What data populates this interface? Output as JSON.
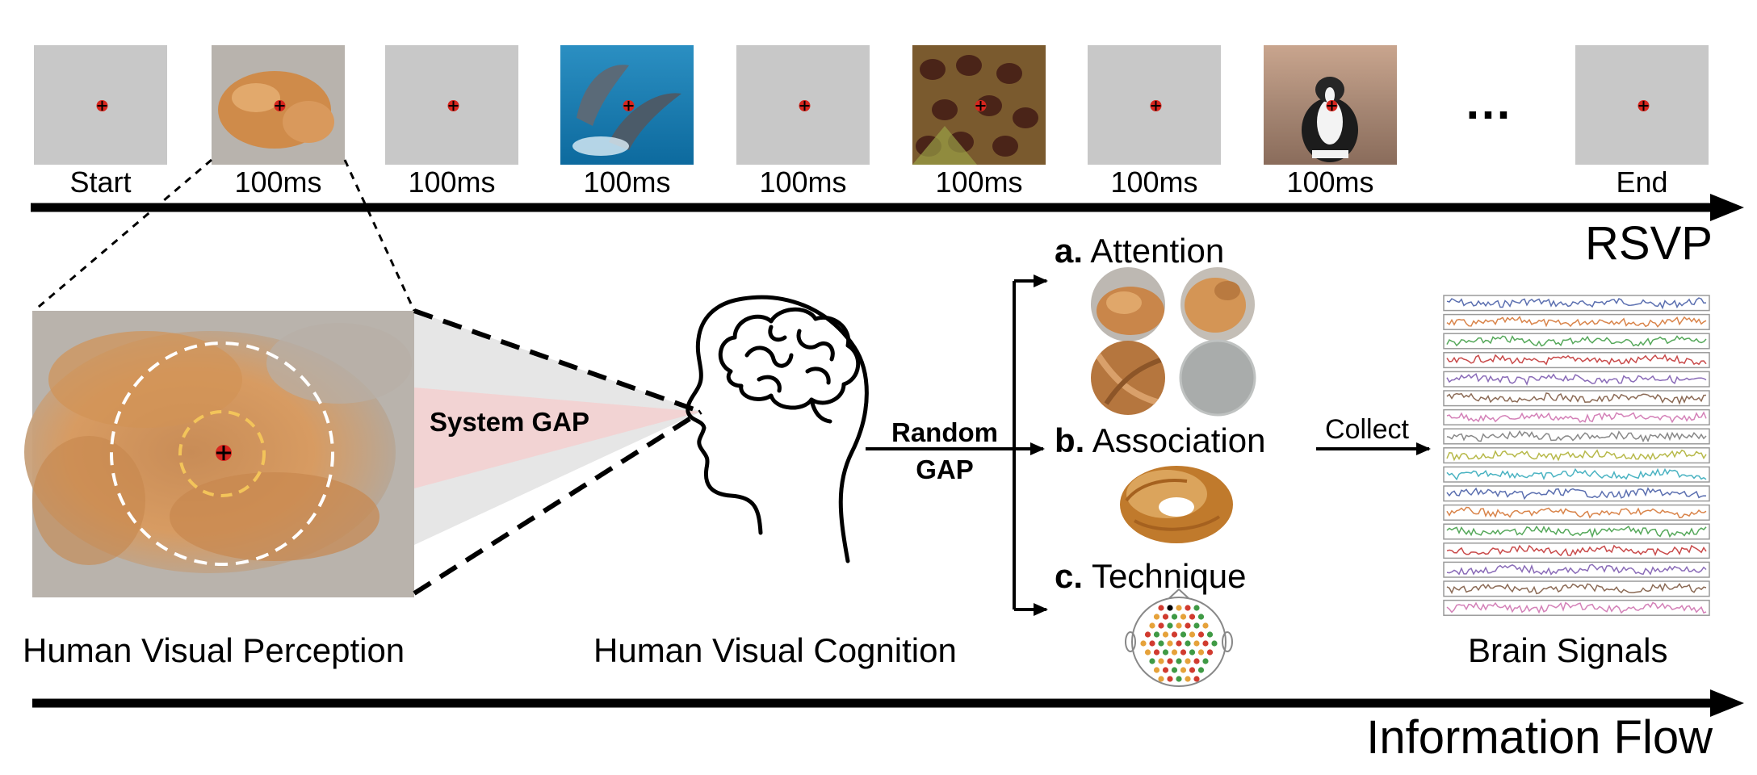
{
  "rsvp": {
    "frames": [
      {
        "kind": "blank",
        "caption": "Start"
      },
      {
        "kind": "cat",
        "caption": "100ms"
      },
      {
        "kind": "blank",
        "caption": "100ms"
      },
      {
        "kind": "dolphins",
        "caption": "100ms"
      },
      {
        "kind": "blank",
        "caption": "100ms"
      },
      {
        "kind": "chestnuts",
        "caption": "100ms"
      },
      {
        "kind": "blank",
        "caption": "100ms"
      },
      {
        "kind": "dog",
        "caption": "100ms"
      },
      {
        "kind": "blank",
        "caption": "End"
      }
    ],
    "ellipsis": "…",
    "label": "RSVP"
  },
  "perception": {
    "label": "Human Visual Perception",
    "gap_label": "System GAP"
  },
  "cognition": {
    "label": "Human Visual Cognition",
    "random_gap_line1": "Random",
    "random_gap_line2": "GAP"
  },
  "options": [
    {
      "letter": "a.",
      "name": "Attention"
    },
    {
      "letter": "b.",
      "name": "Association"
    },
    {
      "letter": "c.",
      "name": "Technique"
    }
  ],
  "collect_label": "Collect",
  "signals": {
    "label": "Brain Signals",
    "colors": [
      "#5b6fb0",
      "#d9844a",
      "#55a85a",
      "#c94a4a",
      "#8a6bb8",
      "#8b6a55",
      "#d481b8",
      "#888888",
      "#b7b94a",
      "#4ab3c2",
      "#5b6fb0",
      "#d9844a",
      "#55a85a",
      "#c94a4a",
      "#8a6bb8",
      "#8b6a55",
      "#d481b8"
    ]
  },
  "flow_label": "Information Flow"
}
